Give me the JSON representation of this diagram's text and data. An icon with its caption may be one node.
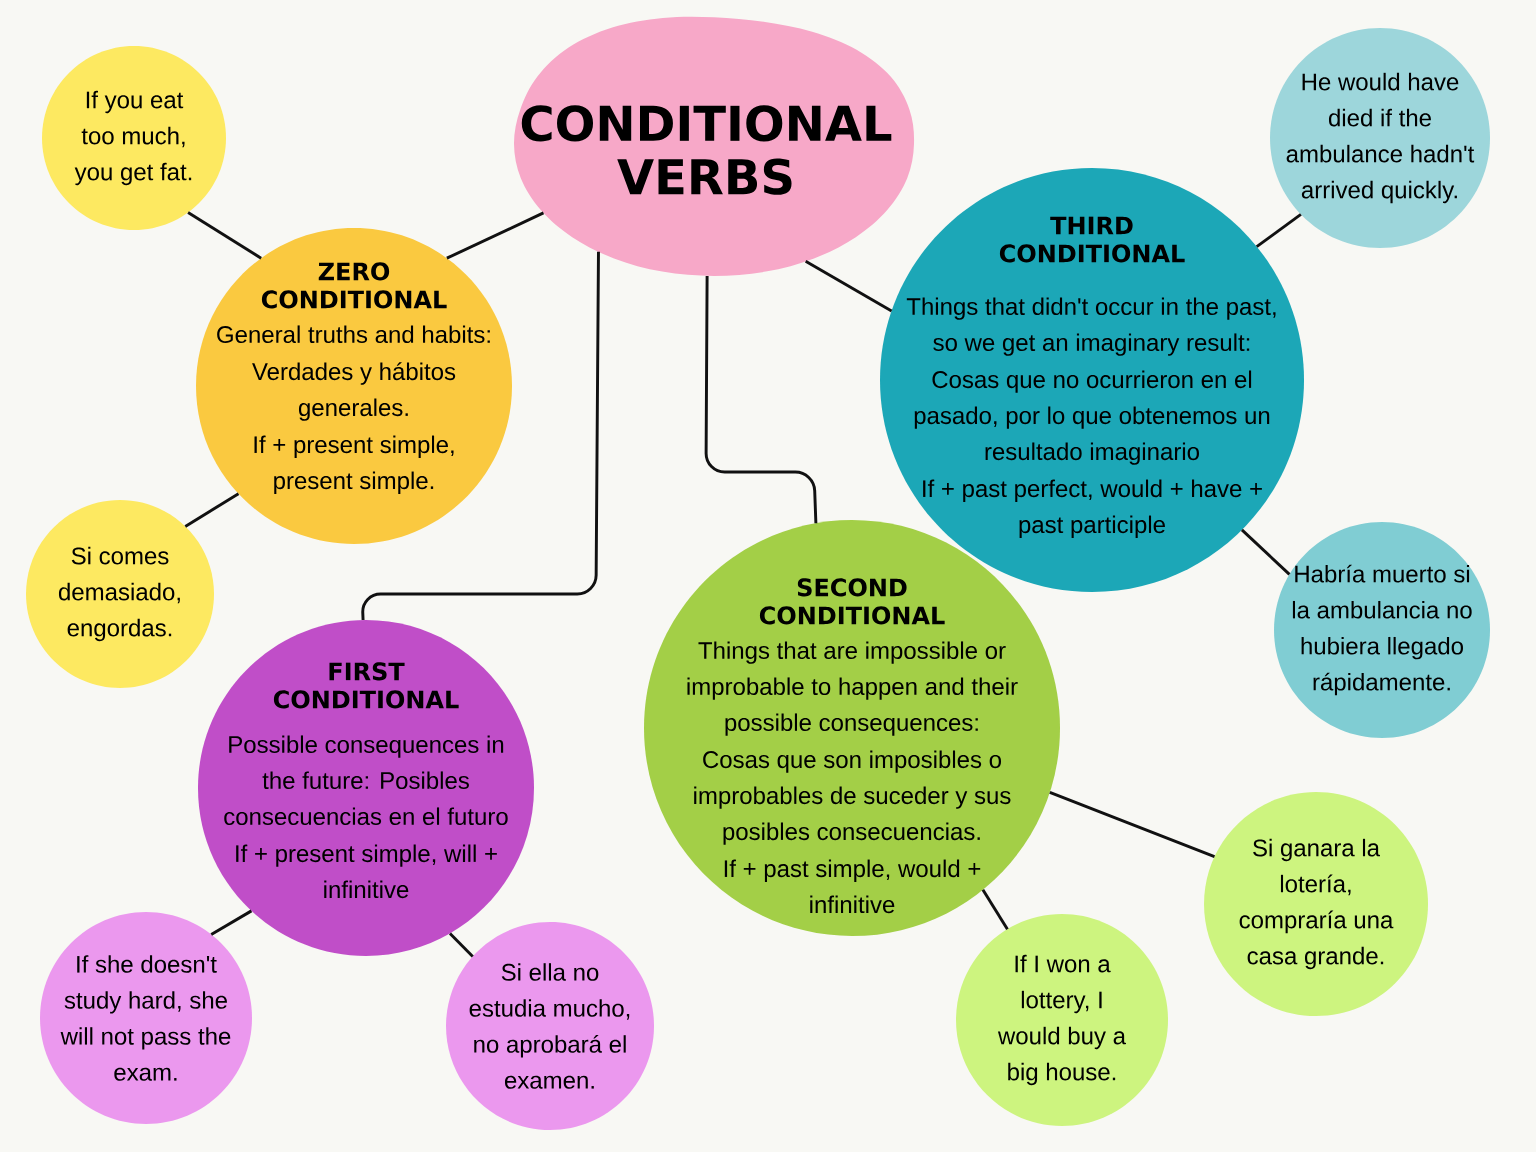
{
  "diagram": {
    "nodes": [
      {
        "text": [
          "CONDITIONAL VERBS"
        ]
      },
      {
        "text": [
          "ZERO CONDITIONAL",
          "General truths and habits:",
          "Verdades y hábitos generales.",
          "If + present simple, present simple."
        ]
      },
      {
        "text": [
          "If you eat too much, you get fat."
        ]
      },
      {
        "text": [
          "Si comes demasiado, engordas."
        ]
      },
      {
        "text": [
          "THIRD CONDITIONAL",
          "Things that didn't occur in the past, so we get an imaginary result:",
          "Cosas que no ocurrieron en el pasado, por lo que obtenemos un resultado imaginario",
          "If + past perfect, would + have + past participle"
        ]
      },
      {
        "text": [
          "He would have died if the ambulance hadn't arrived quickly."
        ]
      },
      {
        "text": [
          "Habría muerto si la ambulancia no hubiera llegado rápidamente."
        ]
      },
      {
        "text": [
          "FIRST CONDITIONAL",
          "Possible consequences in the future: Posibles consecuencias en el futuro",
          "If + present simple, will + infinitive"
        ]
      },
      {
        "text": [
          "If she doesn't study hard, she will not pass the exam."
        ]
      },
      {
        "text": [
          "Si ella no estudia mucho, no aprobará el examen."
        ]
      },
      {
        "text": [
          "SECOND CONDITIONAL",
          "Things that are impossible or improbable to happen and their possible consequences:",
          "Cosas que son imposibles o improbables de suceder y sus posibles consecuencias.",
          "If + past simple, would + infinitive"
        ]
      },
      {
        "text": [
          "If I won a lottery, I would buy a big house."
        ]
      },
      {
        "text": [
          "Si ganara la lotería, compraría una casa grande."
        ]
      }
    ],
    "edges": [
      {
        "from": 0,
        "to": 1,
        "arrow": "none"
      },
      {
        "from": 0,
        "to": 4,
        "arrow": "none"
      },
      {
        "from": 0,
        "to": 7,
        "arrow": "none"
      },
      {
        "from": 0,
        "to": 10,
        "arrow": "none"
      },
      {
        "from": 1,
        "to": 2,
        "arrow": "none"
      },
      {
        "from": 1,
        "to": 3,
        "arrow": "none"
      },
      {
        "from": 4,
        "to": 5,
        "arrow": "none"
      },
      {
        "from": 4,
        "to": 6,
        "arrow": "none"
      },
      {
        "from": 7,
        "to": 8,
        "arrow": "none"
      },
      {
        "from": 7,
        "to": 9,
        "arrow": "none"
      },
      {
        "from": 10,
        "to": 11,
        "arrow": "none"
      },
      {
        "from": 10,
        "to": 12,
        "arrow": "none"
      }
    ]
  }
}
